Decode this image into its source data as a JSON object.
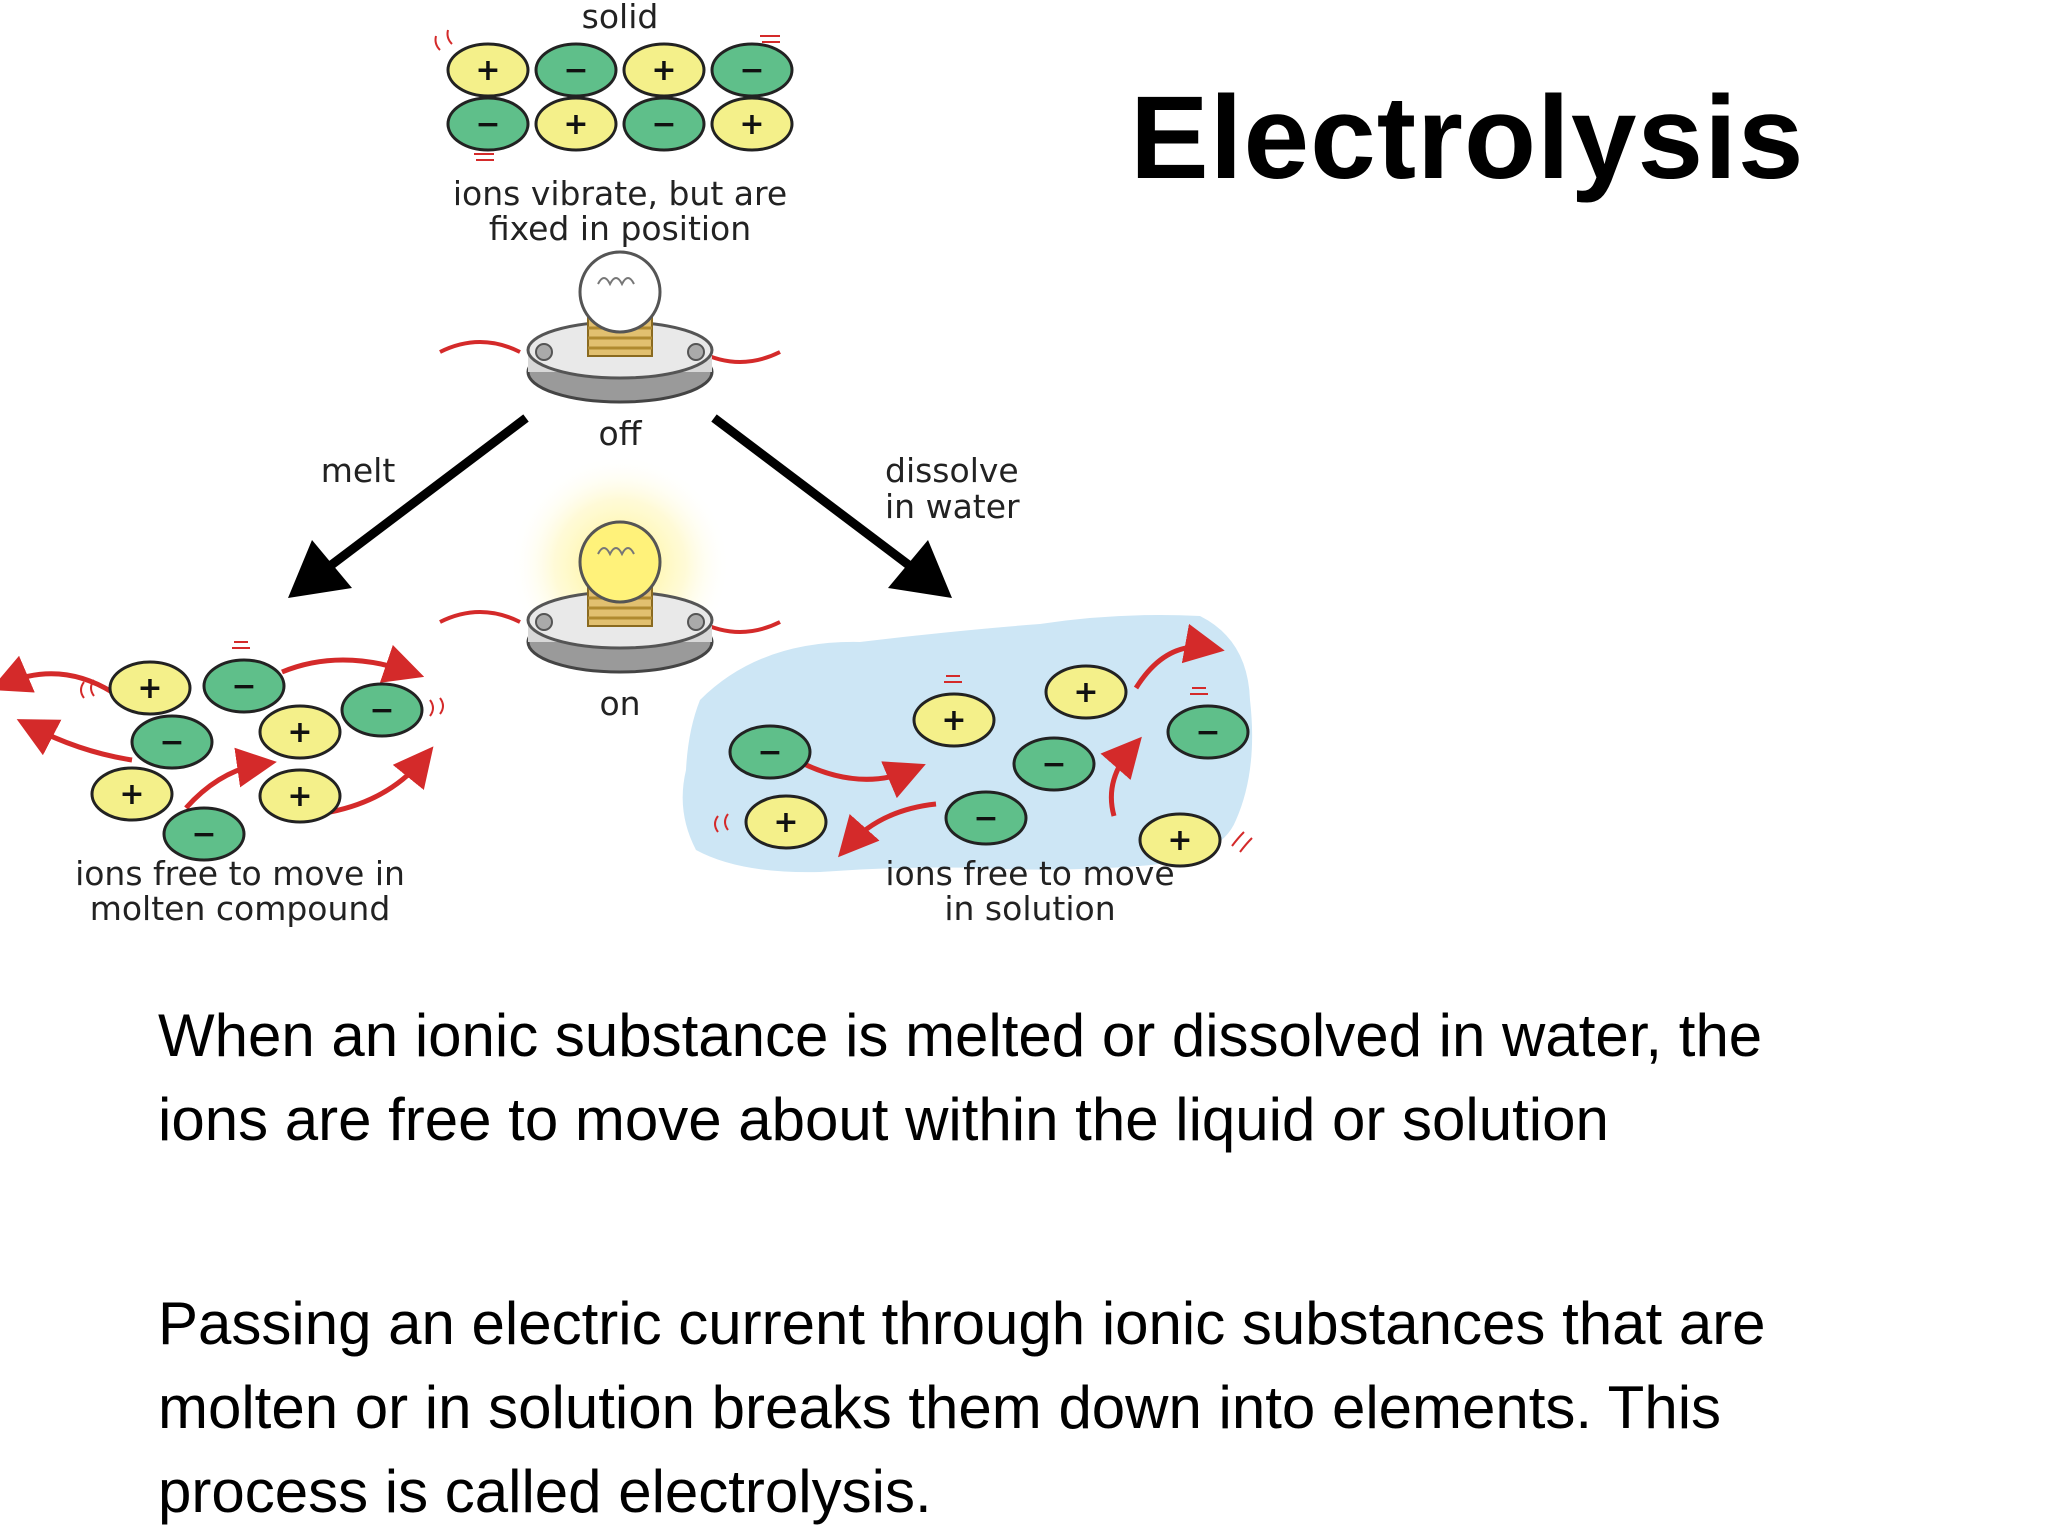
{
  "slide": {
    "title": "Electrolysis",
    "paragraphs": [
      "When an ionic substance is melted or dissolved in water, the ions are free to move about within the liquid or solution",
      "Passing an electric current through ionic substances that are molten or in solution breaks them down into elements. This process is called electrolysis."
    ]
  },
  "diagram": {
    "solid_label": "solid",
    "solid_caption": [
      "ions vibrate, but are",
      "fixed in position"
    ],
    "bulb_off_label": "off",
    "bulb_on_label": "on",
    "melt_label": "melt",
    "dissolve_label": [
      "dissolve",
      "in water"
    ],
    "molten_caption": [
      "ions free to move in",
      "molten compound"
    ],
    "solution_caption": [
      "ions free to move",
      "in solution"
    ],
    "ion_symbols": {
      "positive": "+",
      "negative": "−"
    },
    "colors": {
      "positive_ion": "#f4f08a",
      "negative_ion": "#5fbf8a",
      "movement_arrow": "#d42a2a",
      "solution_water": "#cde6f5",
      "glow": "#fff27a"
    }
  }
}
